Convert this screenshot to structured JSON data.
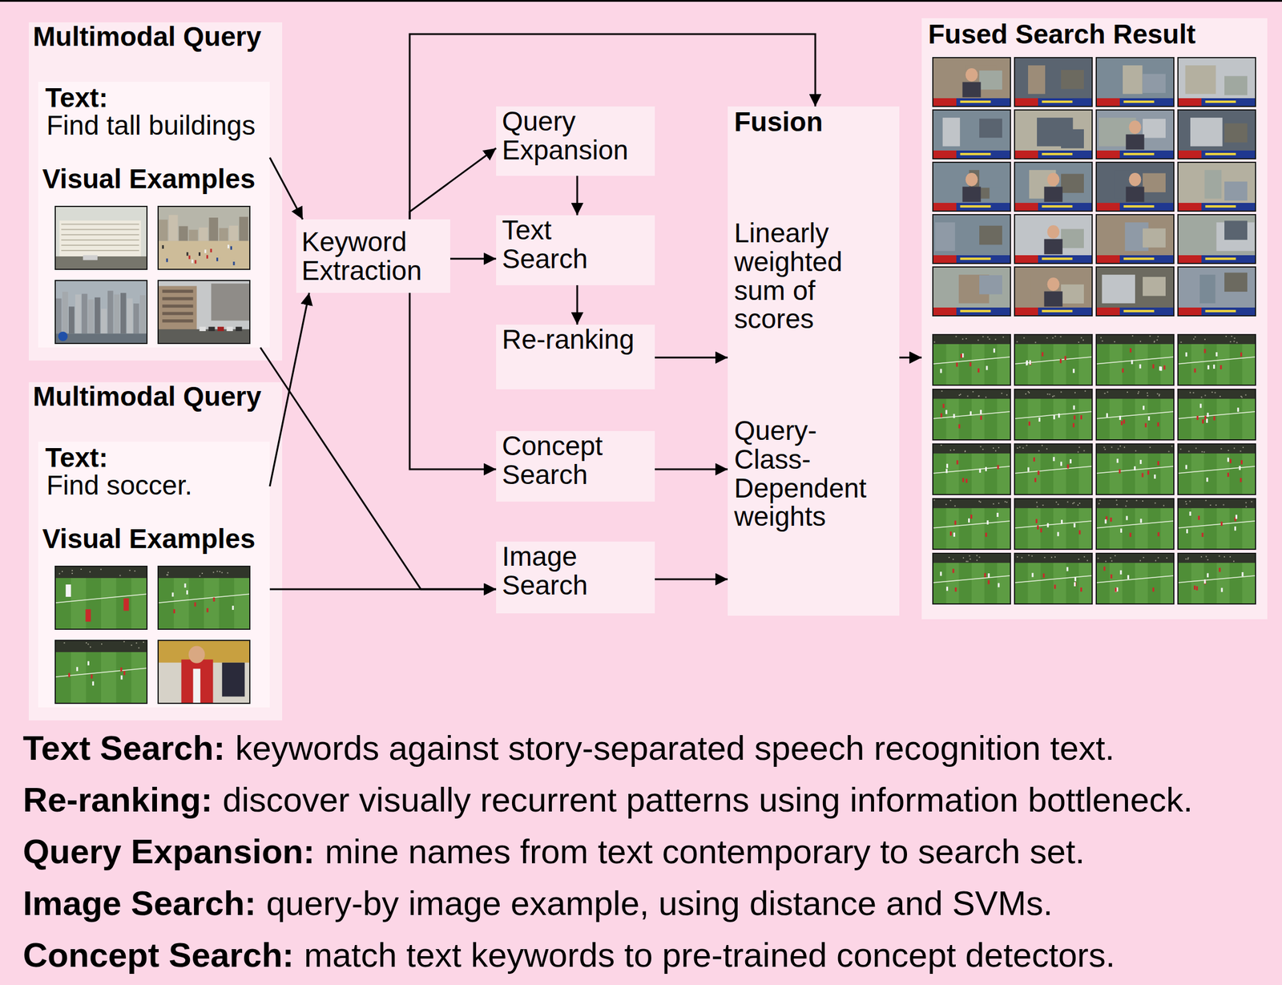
{
  "diagram": {
    "nodes": [
      {
        "text": [
          "Multimodal Query"
        ]
      },
      {
        "text": [
          "Text:",
          "Find tall buildings",
          "Visual Examples"
        ],
        "in": 0
      },
      {
        "text": [
          "Multimodal Query"
        ]
      },
      {
        "text": [
          "Text:",
          "Find soccer.",
          "Visual Examples"
        ],
        "in": 2
      },
      {
        "text": [
          "Keyword Extraction"
        ]
      },
      {
        "text": [
          "Query Expansion"
        ]
      },
      {
        "text": [
          "Text Search"
        ]
      },
      {
        "text": [
          "Re-ranking"
        ]
      },
      {
        "text": [
          "Concept Search"
        ]
      },
      {
        "text": [
          "Image Search"
        ]
      },
      {
        "text": [
          "Fusion",
          "Linearly weighted sum of scores",
          "Query-Class-Dependent weights"
        ]
      },
      {
        "text": [
          "Fused Search Result"
        ]
      }
    ],
    "edges": [
      {
        "from": 1,
        "to": 4,
        "arrow": "to"
      },
      {
        "from": 3,
        "to": 4,
        "arrow": "to"
      },
      {
        "from": 1,
        "to": 9,
        "arrow": "to"
      },
      {
        "from": 3,
        "to": 9,
        "arrow": "to"
      },
      {
        "from": 4,
        "to": 5,
        "arrow": "to"
      },
      {
        "from": 4,
        "to": 6,
        "arrow": "to"
      },
      {
        "from": 4,
        "to": 10,
        "arrow": "to"
      },
      {
        "from": 4,
        "to": 8,
        "arrow": "to"
      },
      {
        "from": 5,
        "to": 6,
        "arrow": "to"
      },
      {
        "from": 6,
        "to": 7,
        "arrow": "to"
      },
      {
        "from": 7,
        "to": 10,
        "arrow": "to"
      },
      {
        "from": 8,
        "to": 10,
        "arrow": "to"
      },
      {
        "from": 9,
        "to": 10,
        "arrow": "to"
      },
      {
        "from": 10,
        "to": 11,
        "arrow": "to"
      }
    ],
    "labels": [
      "Text Search:",
      "keywords against story-separated speech recognition text.",
      "Re-ranking:",
      "discover visually recurrent patterns using information bottleneck.",
      "Query Expansion:",
      "mine names from text contemporary to search set.",
      "Image Search:",
      "query-by image example, using distance and SVMs.",
      "Concept Search:",
      "match text keywords to pre-trained concept detectors."
    ]
  }
}
